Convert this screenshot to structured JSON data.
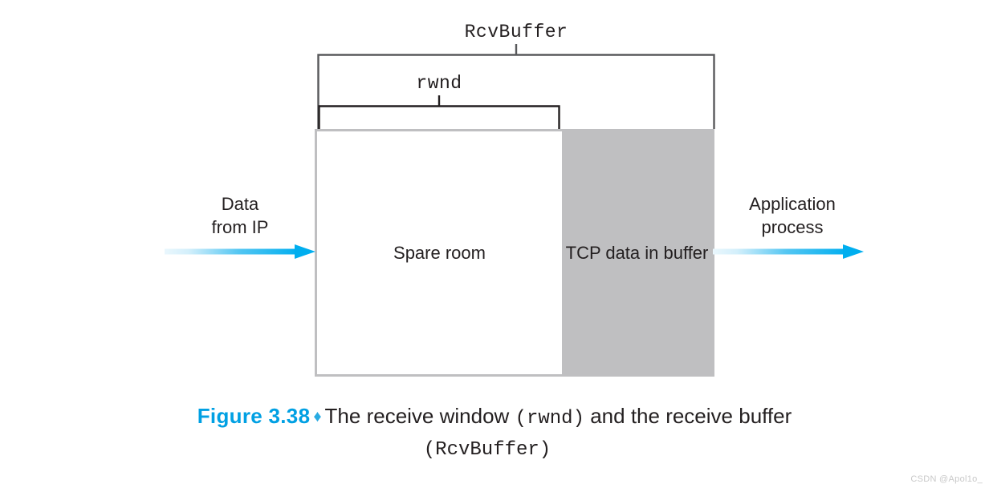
{
  "figure": {
    "top_label": "RcvBuffer",
    "inner_label": "rwnd",
    "box": {
      "spare_room_label": "Spare room",
      "tcp_data_label": "TCP data\nin buffer"
    },
    "left_label": "Data\nfrom IP",
    "right_label": "Application\nprocess",
    "caption": {
      "figure_number": "Figure 3.38",
      "diamond": "♦",
      "text_part1": "The receive window",
      "code1": "(rwnd)",
      "text_part2": "and the receive buffer",
      "code2": "(RcvBuffer)"
    }
  },
  "colors": {
    "accent_cyan": "#00a0e3",
    "diamond_cyan": "#29abe2",
    "buffer_gray": "#bfbfc1",
    "bracket_gray": "#58595b",
    "text_dark": "#231f20",
    "arrow_light": "#d9f0fb",
    "arrow_dark": "#00aeef"
  },
  "watermark": {
    "text": "CSDN @Apol1o_"
  }
}
